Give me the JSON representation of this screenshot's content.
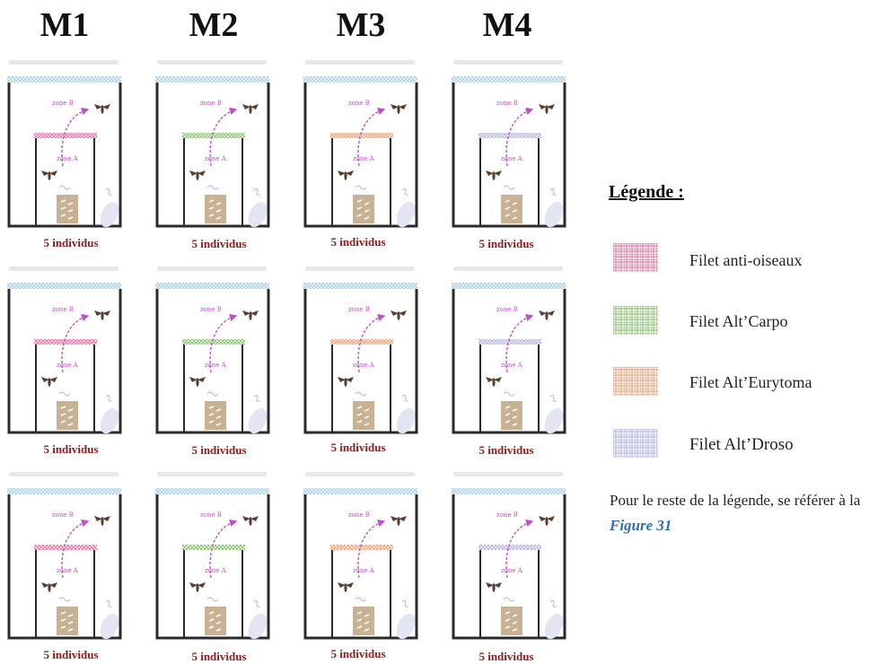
{
  "columns": [
    "M1",
    "M2",
    "M3",
    "M4"
  ],
  "cell_count_label": "5 individus",
  "zone_labels": {
    "upper": "zone B",
    "lower": "zone A"
  },
  "column_net_colors": [
    "#ec6ea3",
    "#86c36a",
    "#f0a070",
    "#b5b4dc"
  ],
  "legend": {
    "title": "Légende :",
    "items": [
      {
        "label": "Filet anti-oiseaux",
        "color": "#ec6ea3"
      },
      {
        "label": "Filet Alt’Carpo",
        "color": "#86c36a"
      },
      {
        "label": "Filet Alt’Eurytoma",
        "color": "#f0a070"
      },
      {
        "label": "Filet Alt’Droso",
        "color": "#b5b4dc"
      }
    ],
    "note_text": "Pour le reste de la légende, se référer à la",
    "note_ref": "Figure 31"
  },
  "colors": {
    "frame": "#2b2b2b",
    "top_net": "#a9cfe6",
    "arrow": "#c14fc9",
    "insect": "#5a3f33",
    "box": "#c9b193",
    "count_text": "#8b1c1c",
    "figure_ref": "#2e6fb5"
  }
}
